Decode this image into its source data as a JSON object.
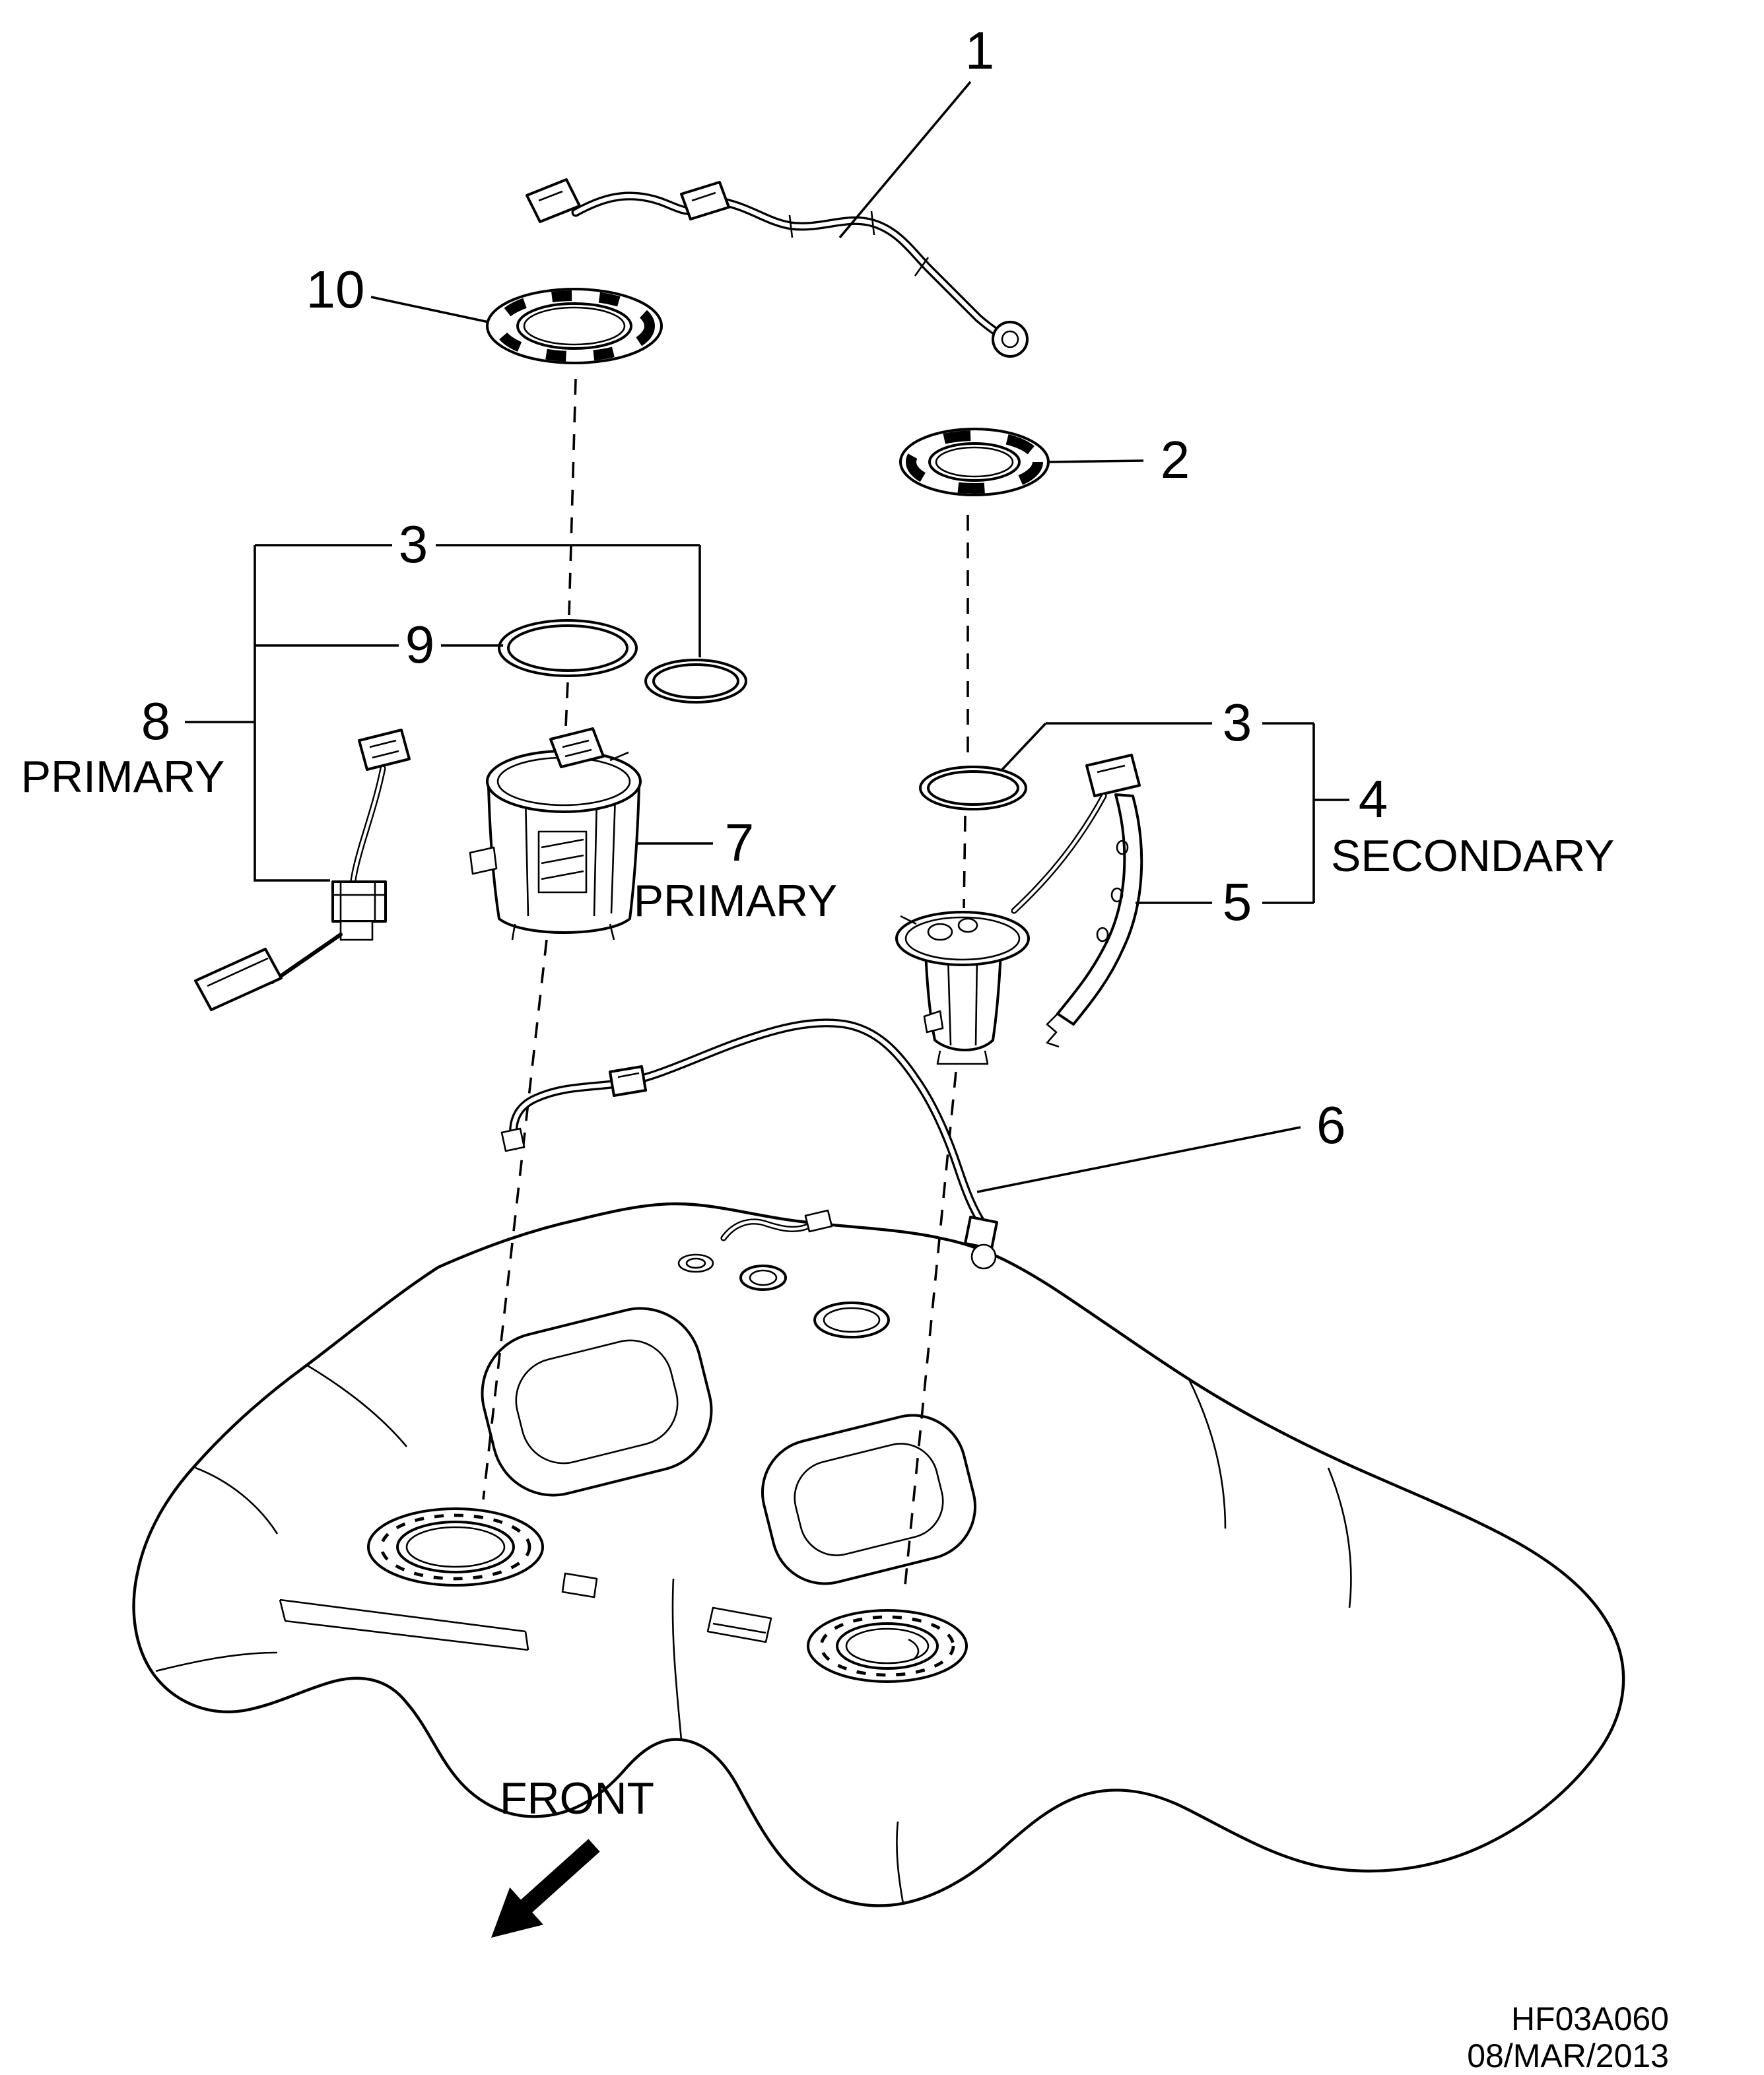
{
  "figure": {
    "callouts": {
      "n1": "1",
      "n2": "2",
      "n3_left": "3",
      "n3_right": "3",
      "n4": "4",
      "n5": "5",
      "n6": "6",
      "n7": "7",
      "n8": "8",
      "n9": "9",
      "n10": "10"
    },
    "labels": {
      "primary_sender": "PRIMARY",
      "primary_module": "PRIMARY",
      "secondary": "SECONDARY",
      "front": "FRONT"
    },
    "footer": {
      "figure_code": "HF03A060",
      "date": "08/MAR/2013"
    },
    "colors": {
      "line": "#000000",
      "background": "#ffffff"
    }
  }
}
